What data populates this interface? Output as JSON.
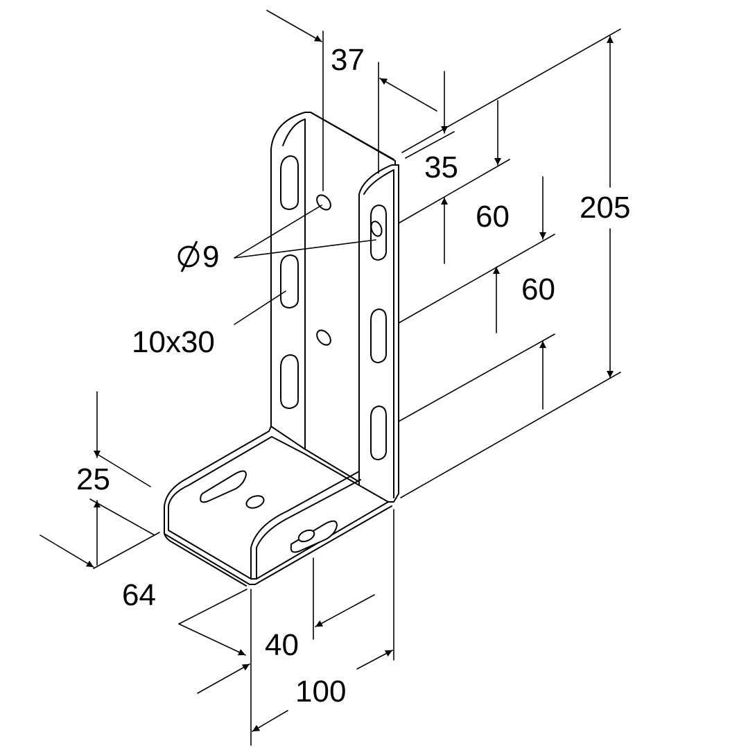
{
  "dimensions": {
    "d37": "37",
    "d35": "35",
    "d60_top": "60",
    "d60_mid": "60",
    "d205": "205",
    "hole_dia": "9",
    "slot": "10x30",
    "d25": "25",
    "d64": "64",
    "d40": "40",
    "d100": "100"
  },
  "colors": {
    "line": "#000000",
    "background": "#ffffff"
  }
}
